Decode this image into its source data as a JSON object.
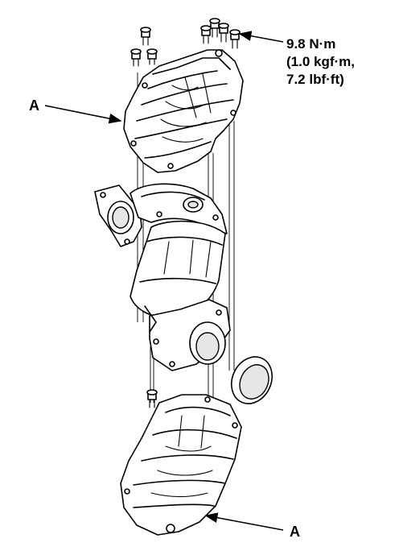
{
  "labels": {
    "part_a_upper": "A",
    "part_a_lower": "A"
  },
  "torque": {
    "line1": "9.8 N·m",
    "line2": "(1.0 kgf·m,",
    "line3": "7.2 lbf·ft)"
  }
}
